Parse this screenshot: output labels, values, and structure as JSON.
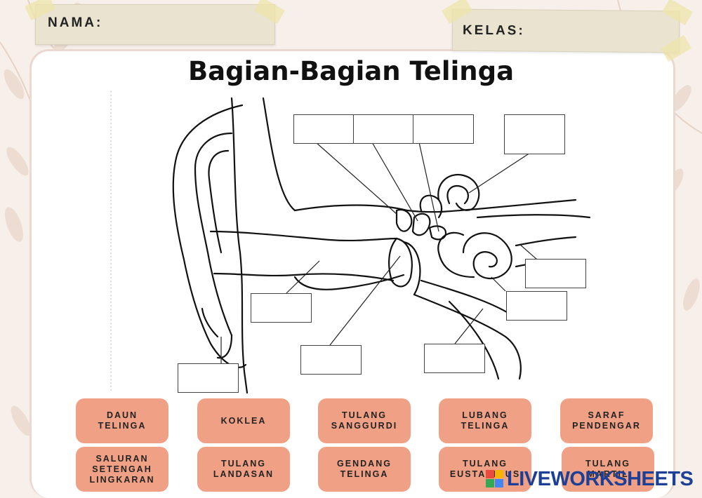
{
  "header": {
    "name_label": "NAMA:",
    "class_label": "KELAS:"
  },
  "title": "Bagian-Bagian Telinga",
  "answers": [
    "DAUN\nTELINGA",
    "KOKLEA",
    "TULANG\nSANGGURDI",
    "LUBANG\nTELINGA",
    "SARAF\nPENDENGAR",
    "SALURAN\nSETENGAH\nLINGKARAN",
    "TULANG\nLANDASAN",
    "GENDANG\nTELINGA",
    "TULANG\nEUSTACHIUS",
    "TULANG\nMARTIL"
  ],
  "watermark": "LIVEWORKSHEETS",
  "colors": {
    "answer_fill": "#f0a185",
    "tape": "#e9e3cf",
    "background": "#f7efe9",
    "watermark": "#1d3f96"
  }
}
